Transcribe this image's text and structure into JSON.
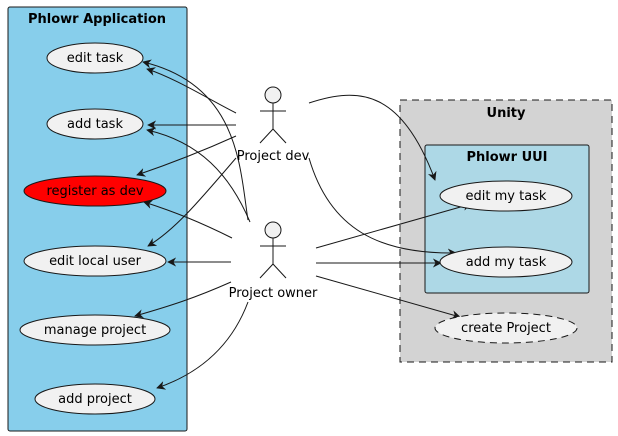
{
  "packages": {
    "app": {
      "title": "Phlowr Application",
      "fill": "#87CEEB"
    },
    "unity": {
      "title": "Unity",
      "fill": "#D3D3D3"
    },
    "uui": {
      "title": "Phlowr UUI",
      "fill": "#ADD8E6"
    }
  },
  "actors": {
    "dev": {
      "label": "Project dev"
    },
    "owner": {
      "label": "Project owner"
    }
  },
  "usecases": {
    "edit_task": {
      "label": "edit task",
      "fill": "#F1F1F1"
    },
    "add_task": {
      "label": "add task",
      "fill": "#F1F1F1"
    },
    "register_dev": {
      "label": "register as dev",
      "fill": "#FF0000"
    },
    "edit_local_user": {
      "label": "edit local user",
      "fill": "#F1F1F1"
    },
    "manage_project": {
      "label": "manage project",
      "fill": "#F1F1F1"
    },
    "add_project": {
      "label": "add project",
      "fill": "#F1F1F1"
    },
    "edit_my_task": {
      "label": "edit my task",
      "fill": "#F1F1F1"
    },
    "add_my_task": {
      "label": "add my task",
      "fill": "#F1F1F1"
    },
    "create_project": {
      "label": "create Project",
      "fill": "#F1F1F1",
      "border": "dashed"
    }
  },
  "relations": [
    {
      "from": "dev",
      "to": "edit_task"
    },
    {
      "from": "dev",
      "to": "add_task"
    },
    {
      "from": "dev",
      "to": "register_dev"
    },
    {
      "from": "dev",
      "to": "edit_local_user"
    },
    {
      "from": "dev",
      "to": "edit_my_task"
    },
    {
      "from": "dev",
      "to": "add_my_task"
    },
    {
      "from": "owner",
      "to": "edit_task"
    },
    {
      "from": "owner",
      "to": "add_task"
    },
    {
      "from": "owner",
      "to": "register_dev"
    },
    {
      "from": "owner",
      "to": "edit_local_user"
    },
    {
      "from": "owner",
      "to": "manage_project"
    },
    {
      "from": "owner",
      "to": "add_project"
    },
    {
      "from": "owner",
      "to": "edit_my_task"
    },
    {
      "from": "owner",
      "to": "add_my_task"
    },
    {
      "from": "owner",
      "to": "create_project"
    }
  ]
}
